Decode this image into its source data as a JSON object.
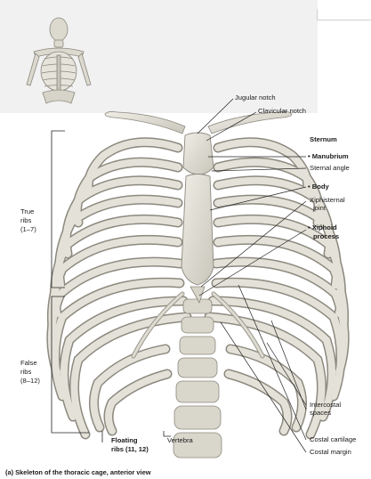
{
  "labels": {
    "jugular_notch": "Jugular notch",
    "clavicular_notch": "Clavicular notch",
    "sternum_heading": "Sternum",
    "manubrium": "• Manubrium",
    "sternal_angle": "Sternal angle",
    "body": "• Body",
    "xiphisternal_joint_1": "Xiphisternal",
    "xiphisternal_joint_2": "joint",
    "xiphoid_1": "• Xiphoid",
    "xiphoid_2": "process",
    "true_ribs_1": "True",
    "true_ribs_2": "ribs",
    "true_ribs_3": "(1–7)",
    "false_ribs_1": "False",
    "false_ribs_2": "ribs",
    "false_ribs_3": "(8–12)",
    "intercostal_1": "Intercostal",
    "intercostal_2": "spaces",
    "costal_cartilage": "Costal cartilage",
    "costal_margin": "Costal margin",
    "floating_1": "Floating",
    "floating_2": "ribs (11, 12)",
    "vertebra": "Vertebra"
  },
  "caption": "(a) Skeleton of the thoracic cage, anterior view",
  "colors": {
    "bone": "#e2e0d6",
    "bone_shade": "#b9b6aa",
    "bone_dark": "#8c897f",
    "leader": "#222222"
  }
}
